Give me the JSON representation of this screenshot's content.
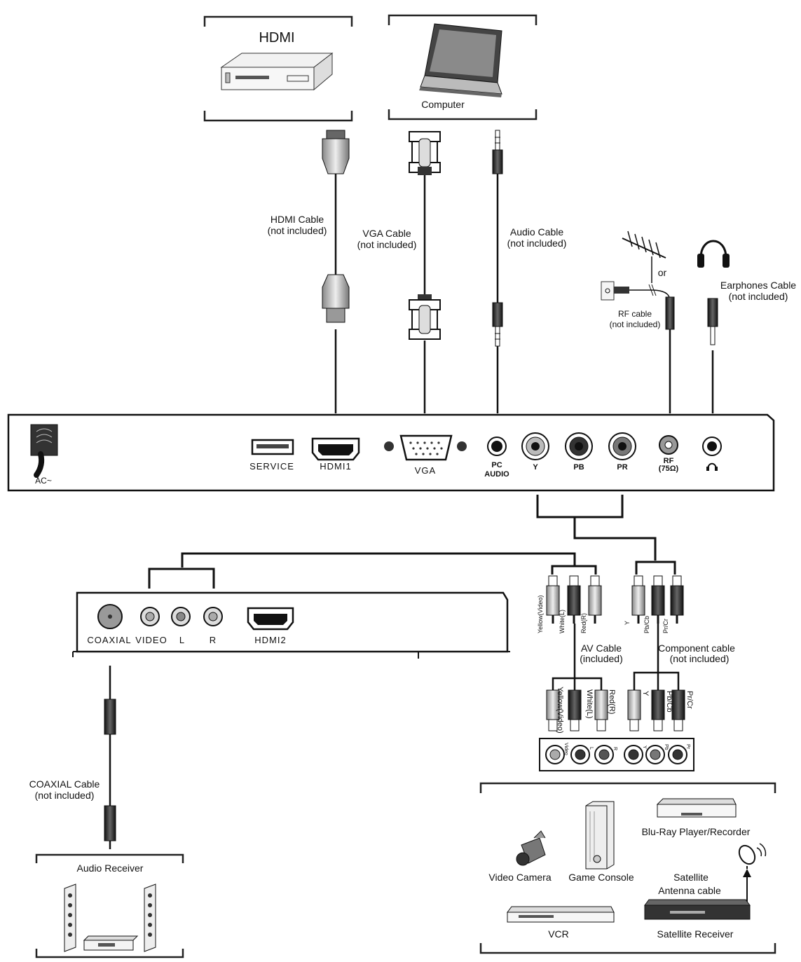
{
  "devices": {
    "hdmi_source": "HDMI",
    "computer": "Computer",
    "audio_receiver": "Audio Receiver",
    "video_camera": "Video Camera",
    "game_console": "Game Console",
    "bluray": "Blu-Ray Player/Recorder",
    "satellite_antenna_1": "Satellite",
    "satellite_antenna_2": "Antenna cable",
    "vcr": "VCR",
    "satellite_receiver": "Satellite Receiver"
  },
  "cables": {
    "hdmi": [
      "HDMI Cable",
      "(not included)"
    ],
    "vga": [
      "VGA Cable",
      "(not included)"
    ],
    "audio": [
      "Audio Cable",
      "(not included)"
    ],
    "rf": [
      "RF cable",
      "(not included)"
    ],
    "rf_or": "or",
    "earphones": [
      "Earphones Cable",
      "(not included)"
    ],
    "av": [
      "AV Cable",
      "(included)"
    ],
    "component": [
      "Component cable",
      "(not included)"
    ],
    "coaxial": [
      "COAXIAL Cable",
      "(not included)"
    ]
  },
  "tv_rear_panel": {
    "ac": "AC~",
    "service": "SERVICE",
    "hdmi1": "HDMI1",
    "vga": "VGA",
    "pc_audio": [
      "PC",
      "AUDIO"
    ],
    "y": "Y",
    "pb": "PB",
    "pr": "PR",
    "rf": [
      "RF",
      "(75Ω)"
    ],
    "headphone_symbol": "headphone-icon"
  },
  "tv_side_panel": {
    "coaxial": "COAXIAL",
    "video": "VIDEO",
    "l": "L",
    "r": "R",
    "hdmi2": "HDMI2"
  },
  "plug_labels_top": {
    "av": [
      "Yellow(Video)",
      "White(L)",
      "Red(R)"
    ],
    "component": [
      "Y",
      "Pb/Cb",
      "Pr/Cr"
    ]
  },
  "plug_labels_bottom": {
    "av": [
      "Yellow(Video)",
      "White(L)",
      "Red(R)"
    ],
    "component": [
      "Y",
      "Pb/Cb",
      "Pr/Cr"
    ]
  },
  "device_jacks": [
    "Video",
    "L",
    "R",
    "Y",
    "Pb",
    "Pr"
  ]
}
